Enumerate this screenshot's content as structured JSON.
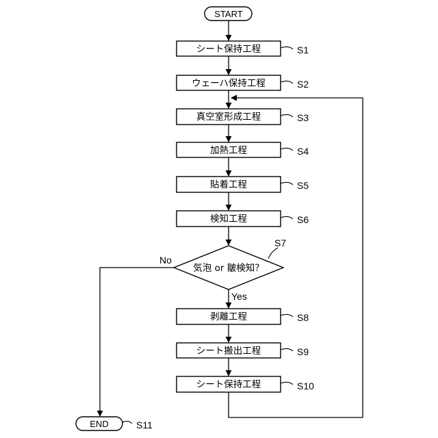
{
  "start": "START",
  "end": "END",
  "end_tag": "S11",
  "steps": [
    {
      "label": "シート保持工程",
      "tag": "S1"
    },
    {
      "label": "ウェーハ保持工程",
      "tag": "S2"
    },
    {
      "label": "真空室形成工程",
      "tag": "S3"
    },
    {
      "label": "加熱工程",
      "tag": "S4"
    },
    {
      "label": "貼着工程",
      "tag": "S5"
    },
    {
      "label": "検知工程",
      "tag": "S6"
    },
    {
      "label": "剥離工程",
      "tag": "S8"
    },
    {
      "label": "シート搬出工程",
      "tag": "S9"
    },
    {
      "label": "シート保持工程",
      "tag": "S10"
    }
  ],
  "decision": {
    "label": "気泡 or 皺検知？",
    "tag": "S7",
    "yes": "Yes",
    "no": "No"
  }
}
